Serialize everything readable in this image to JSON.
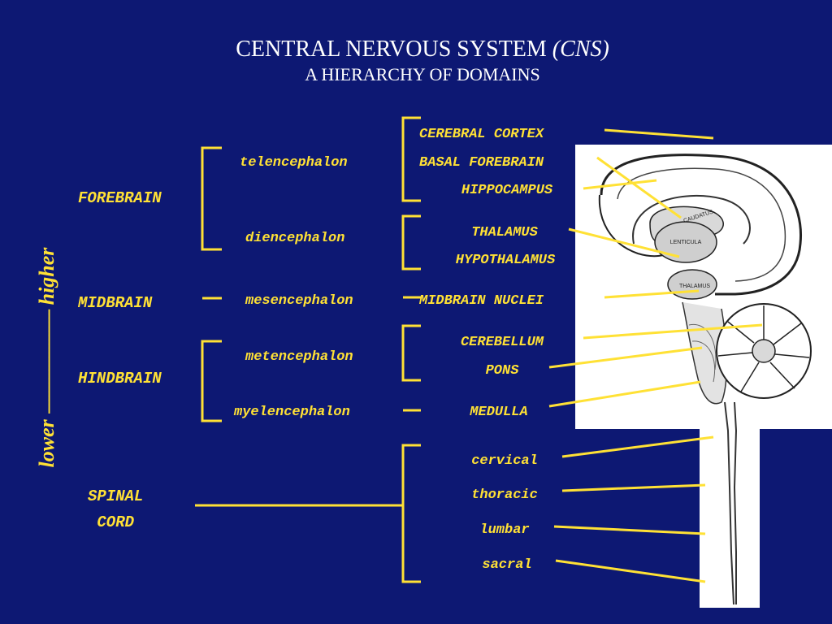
{
  "title": {
    "main": "CENTRAL NERVOUS SYSTEM",
    "main_italic": "(CNS)",
    "subtitle": "A HIERARCHY OF DOMAINS"
  },
  "axis": {
    "lower": "lower",
    "dashes": "------------------------",
    "higher": "higher"
  },
  "regions": {
    "forebrain": "FOREBRAIN",
    "midbrain": "MIDBRAIN",
    "hindbrain": "HINDBRAIN",
    "spinal_line1": "SPINAL",
    "spinal_line2": "CORD"
  },
  "subdivisions": {
    "telencephalon": "telencephalon",
    "diencephalon": "diencephalon",
    "mesencephalon": "mesencephalon",
    "metencephalon": "metencephalon",
    "myelencephalon": "myelencephalon"
  },
  "structures": {
    "cerebral_cortex": "CEREBRAL CORTEX",
    "basal_forebrain": "BASAL FOREBRAIN",
    "hippocampus": "HIPPOCAMPUS",
    "thalamus": "THALAMUS",
    "hypothalamus": "HYPOTHALAMUS",
    "midbrain_nuclei": "MIDBRAIN NUCLEI",
    "cerebellum": "CEREBELLUM",
    "pons": "PONS",
    "medulla": "MEDULLA"
  },
  "spinal_segments": {
    "cervical": "cervical",
    "thoracic": "thoracic",
    "lumbar": "lumbar",
    "sacral": "sacral"
  },
  "illustration_labels": {
    "caudate": "CAUDATUS",
    "lenticula": "LENTICULA",
    "thalamus": "THALAMUS"
  },
  "colors": {
    "background": "#0d1873",
    "accent_yellow": "#ffe135",
    "title_white": "#ffffff"
  }
}
